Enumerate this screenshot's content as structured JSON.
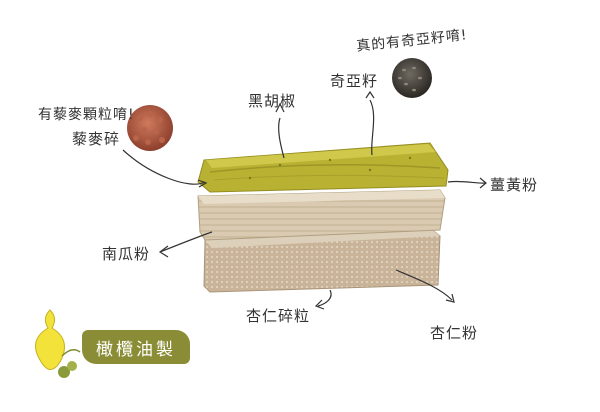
{
  "labels": {
    "quinoa_question": "有藜麥顆粒唷!",
    "quinoa": "藜麥碎",
    "black_pepper": "黑胡椒",
    "chia": "奇亞籽",
    "chia_question": "真的有奇亞籽唷!",
    "turmeric": "薑黃粉",
    "pumpkin": "南瓜粉",
    "almond_bits": "杏仁碎粒",
    "almond_powder": "杏仁粉"
  },
  "badge": {
    "text": "橄欖油製"
  },
  "colors": {
    "top_layer": "#b9b131",
    "middle_layer": "#d8c9b0",
    "bottom_layer": "#c8b49b",
    "quinoa_seed": "#a9553f",
    "chia_seed": "#3d3933",
    "badge_bg": "#8a8d36",
    "olive_icon": "#f2e23a"
  }
}
